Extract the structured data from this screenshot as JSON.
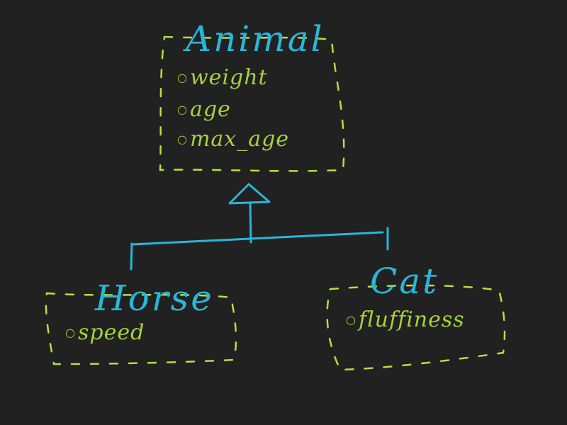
{
  "colors": {
    "background": "#212121",
    "class_name": "#29b6d8",
    "attribute": "#a7d13c",
    "box_border": "#b8de3c",
    "inheritance_line": "#29b6d8"
  },
  "bullet_icon": "circle-bullet",
  "classes": {
    "animal": {
      "name": "Animal",
      "attributes": [
        "weight",
        "age",
        "max_age"
      ]
    },
    "horse": {
      "name": "Horse",
      "attributes": [
        "speed"
      ]
    },
    "cat": {
      "name": "Cat",
      "attributes": [
        "fluffiness"
      ]
    }
  }
}
